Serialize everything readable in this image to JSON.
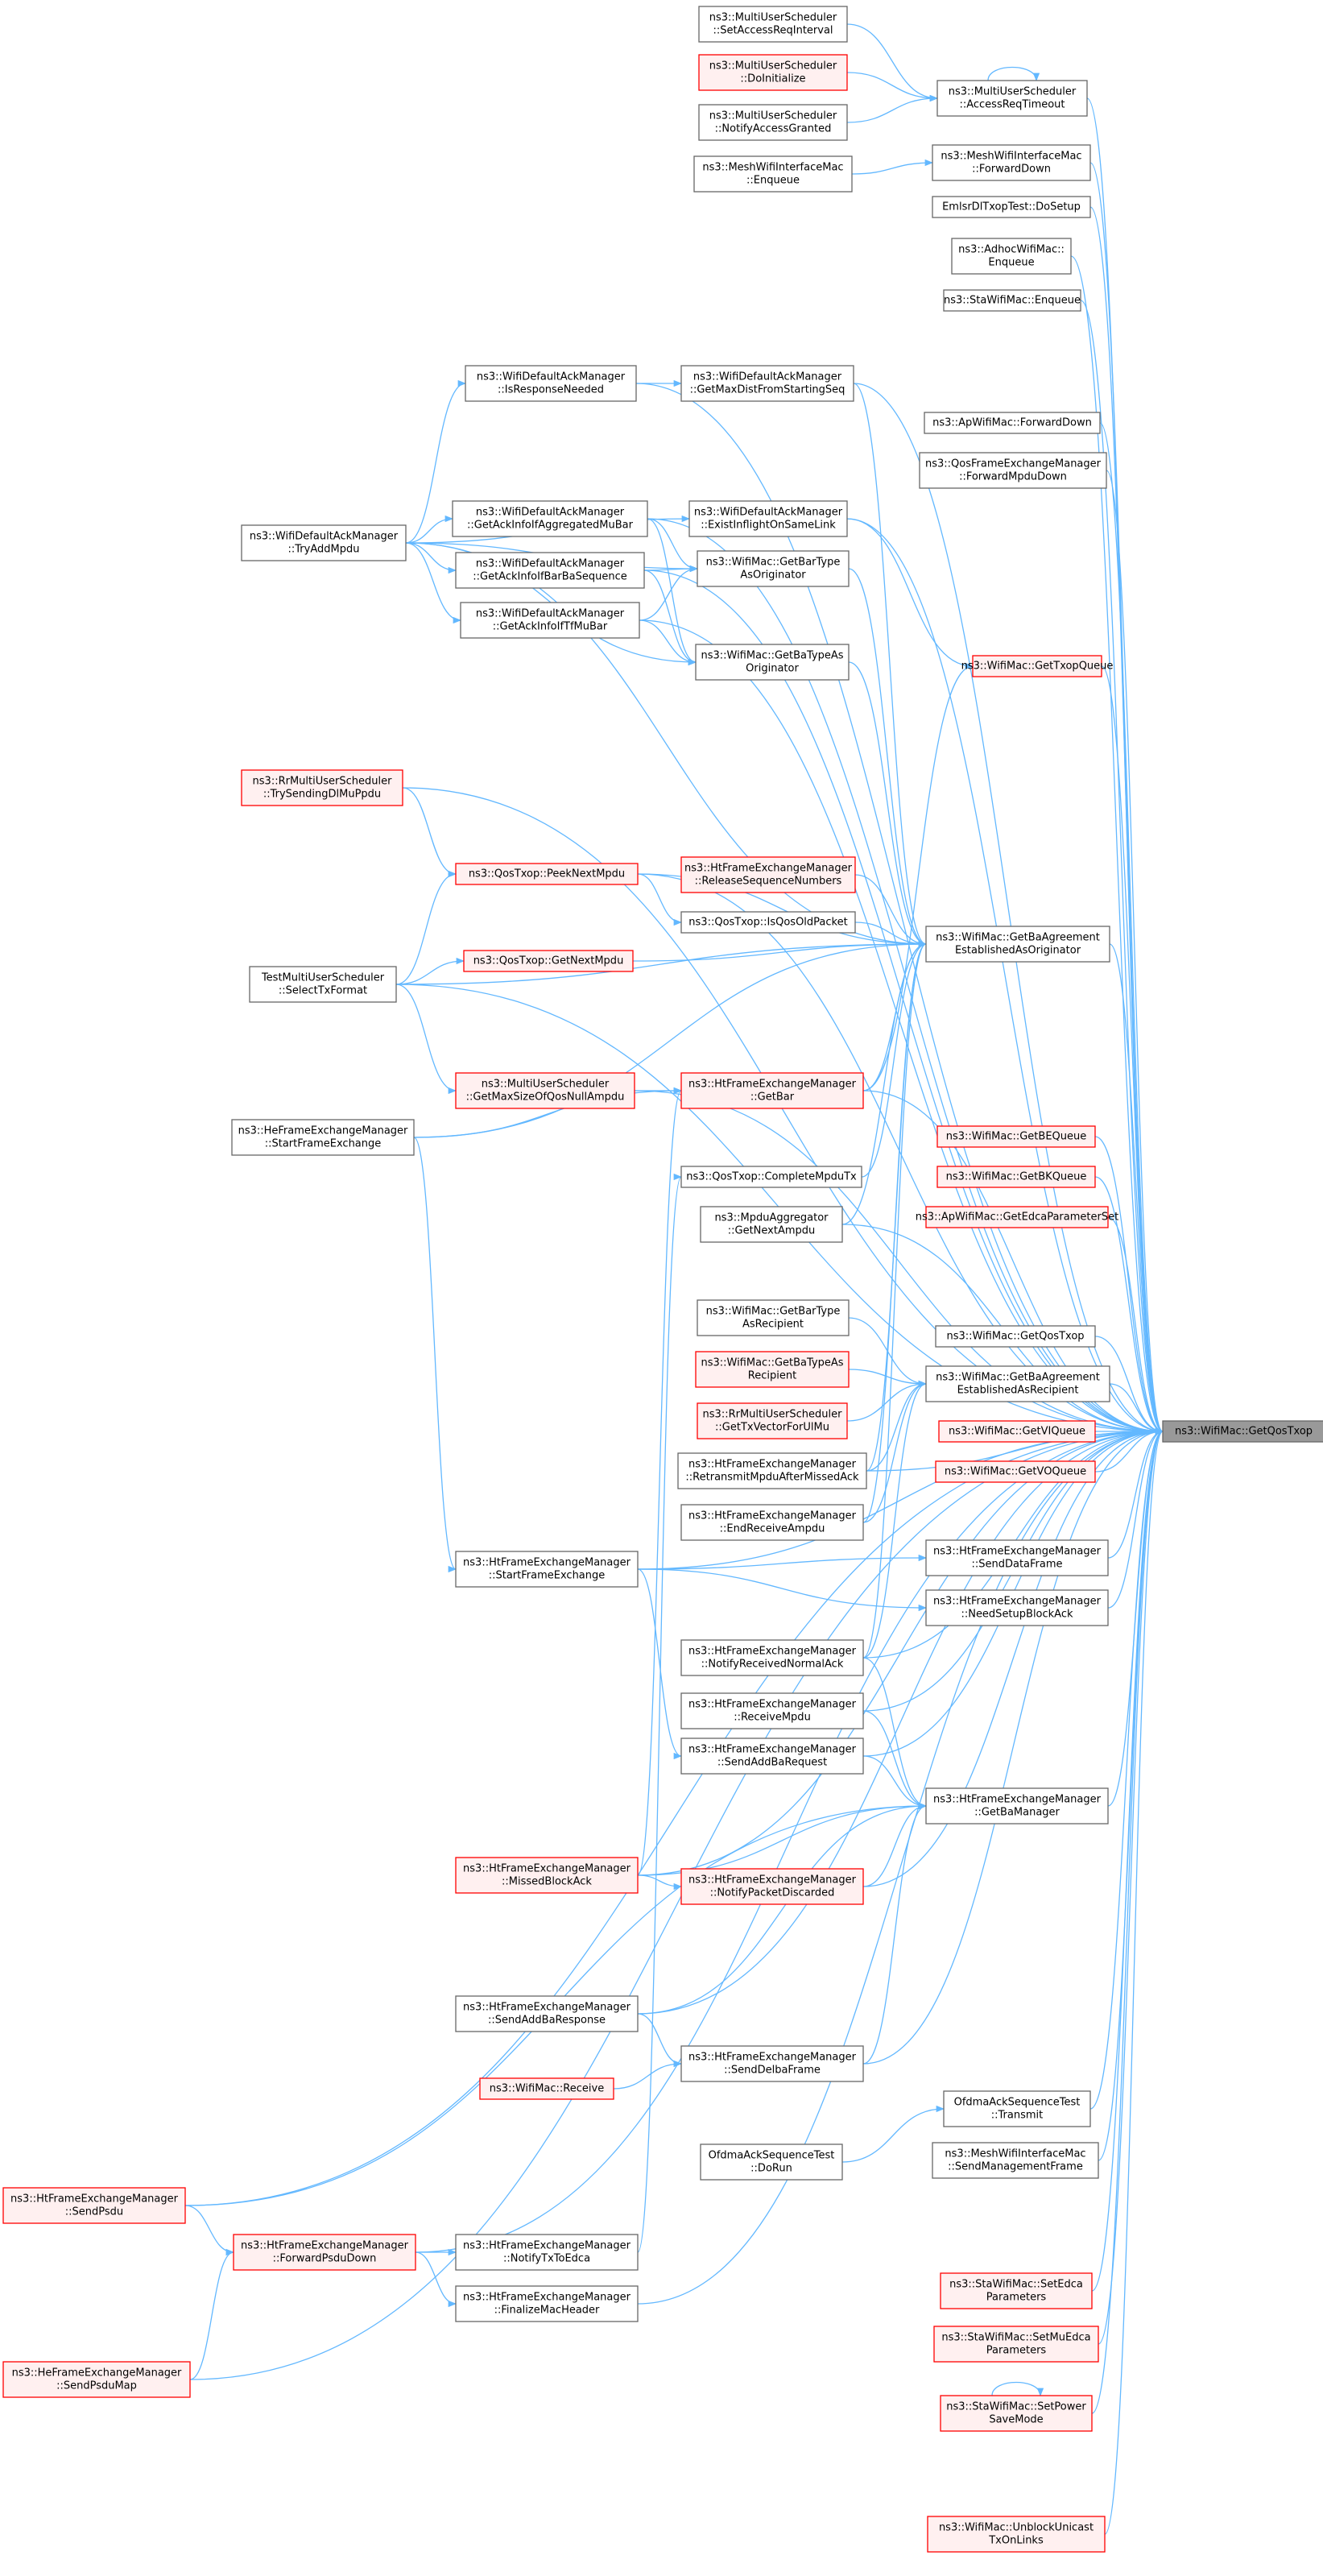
{
  "colors": {
    "edge": "#63b8ff",
    "node_border": "#666666",
    "red_border": "#ff0000",
    "red_fill": "#fff0f0",
    "root_fill": "#999999"
  },
  "root": "ns3::WifiMac::GetQosTxop",
  "nodes": [
    {
      "id": "root",
      "lines": [
        "ns3::WifiMac::GetQosTxop"
      ],
      "style": "root"
    },
    {
      "id": "mus_setacc",
      "lines": [
        "ns3::MultiUserScheduler",
        "::SetAccessReqInterval"
      ]
    },
    {
      "id": "mus_doinit",
      "lines": [
        "ns3::MultiUserScheduler",
        "::DoInitialize"
      ],
      "style": "red"
    },
    {
      "id": "mus_notify",
      "lines": [
        "ns3::MultiUserScheduler",
        "::NotifyAccessGranted"
      ]
    },
    {
      "id": "mus_accto",
      "lines": [
        "ns3::MultiUserScheduler",
        "::AccessReqTimeout"
      ]
    },
    {
      "id": "mwim_enq",
      "lines": [
        "ns3::MeshWifiInterfaceMac",
        "::Enqueue"
      ]
    },
    {
      "id": "mwim_fwd",
      "lines": [
        "ns3::MeshWifiInterfaceMac",
        "::ForwardDown"
      ]
    },
    {
      "id": "emlsr",
      "lines": [
        "EmlsrDlTxopTest::DoSetup"
      ]
    },
    {
      "id": "adhoc",
      "lines": [
        "ns3::AdhocWifiMac::",
        "Enqueue"
      ]
    },
    {
      "id": "sta_enq",
      "lines": [
        "ns3::StaWifiMac::Enqueue"
      ]
    },
    {
      "id": "wdam_isresp",
      "lines": [
        "ns3::WifiDefaultAckManager",
        "::IsResponseNeeded"
      ]
    },
    {
      "id": "wdam_maxdist",
      "lines": [
        "ns3::WifiDefaultAckManager",
        "::GetMaxDistFromStartingSeq"
      ]
    },
    {
      "id": "ap_fwd",
      "lines": [
        "ns3::ApWifiMac::ForwardDown"
      ]
    },
    {
      "id": "qfem_fwd",
      "lines": [
        "ns3::QosFrameExchangeManager",
        "::ForwardMpduDown"
      ]
    },
    {
      "id": "wdam_tryadd",
      "lines": [
        "ns3::WifiDefaultAckManager",
        "::TryAddMpdu"
      ]
    },
    {
      "id": "wdam_aggmubar",
      "lines": [
        "ns3::WifiDefaultAckManager",
        "::GetAckInfoIfAggregatedMuBar"
      ]
    },
    {
      "id": "wdam_barba",
      "lines": [
        "ns3::WifiDefaultAckManager",
        "::GetAckInfoIfBarBaSequence"
      ]
    },
    {
      "id": "wdam_tfmubar",
      "lines": [
        "ns3::WifiDefaultAckManager",
        "::GetAckInfoIfTfMuBar"
      ]
    },
    {
      "id": "wdam_exist",
      "lines": [
        "ns3::WifiDefaultAckManager",
        "::ExistInflightOnSameLink"
      ]
    },
    {
      "id": "wm_getbartype",
      "lines": [
        "ns3::WifiMac::GetBarType",
        "AsOriginator"
      ]
    },
    {
      "id": "wm_getbatype",
      "lines": [
        "ns3::WifiMac::GetBaTypeAs",
        "Originator"
      ]
    },
    {
      "id": "wm_gettxopq",
      "lines": [
        "ns3::WifiMac::GetTxopQueue"
      ],
      "style": "red"
    },
    {
      "id": "rr_trysend",
      "lines": [
        "ns3::RrMultiUserScheduler",
        "::TrySendingDlMuPpdu"
      ],
      "style": "red"
    },
    {
      "id": "qt_peek",
      "lines": [
        "ns3::QosTxop::PeekNextMpdu"
      ],
      "style": "red"
    },
    {
      "id": "htfem_release",
      "lines": [
        "ns3::HtFrameExchangeManager",
        "::ReleaseSequenceNumbers"
      ],
      "style": "red"
    },
    {
      "id": "qt_isold",
      "lines": [
        "ns3::QosTxop::IsQosOldPacket"
      ]
    },
    {
      "id": "wm_getbaorig",
      "lines": [
        "ns3::WifiMac::GetBaAgreement",
        "EstablishedAsOriginator"
      ]
    },
    {
      "id": "tmus_select",
      "lines": [
        "TestMultiUserScheduler",
        "::SelectTxFormat"
      ]
    },
    {
      "id": "qt_getnext",
      "lines": [
        "ns3::QosTxop::GetNextMpdu"
      ],
      "style": "red"
    },
    {
      "id": "mus_getmax",
      "lines": [
        "ns3::MultiUserScheduler",
        "::GetMaxSizeOfQosNullAmpdu"
      ],
      "style": "red"
    },
    {
      "id": "hefem_start",
      "lines": [
        "ns3::HeFrameExchangeManager",
        "::StartFrameExchange"
      ]
    },
    {
      "id": "htfem_getbar",
      "lines": [
        "ns3::HtFrameExchangeManager",
        "::GetBar"
      ],
      "style": "red"
    },
    {
      "id": "wm_getbeq",
      "lines": [
        "ns3::WifiMac::GetBEQueue"
      ],
      "style": "red"
    },
    {
      "id": "wm_getbkq",
      "lines": [
        "ns3::WifiMac::GetBKQueue"
      ],
      "style": "red"
    },
    {
      "id": "ap_getedca",
      "lines": [
        "ns3::ApWifiMac::GetEdcaParameterSet"
      ],
      "style": "red"
    },
    {
      "id": "qt_complete",
      "lines": [
        "ns3::QosTxop::CompleteMpduTx"
      ]
    },
    {
      "id": "mpdu_agg",
      "lines": [
        "ns3::MpduAggregator",
        "::GetNextAmpdu"
      ]
    },
    {
      "id": "wm_getqostxop",
      "lines": [
        "ns3::WifiMac::GetQosTxop"
      ]
    },
    {
      "id": "wm_getbartyperec",
      "lines": [
        "ns3::WifiMac::GetBarType",
        "AsRecipient"
      ]
    },
    {
      "id": "wm_getbatyperec",
      "lines": [
        "ns3::WifiMac::GetBaTypeAs",
        "Recipient"
      ],
      "style": "red"
    },
    {
      "id": "wm_getbarec",
      "lines": [
        "ns3::WifiMac::GetBaAgreement",
        "EstablishedAsRecipient"
      ]
    },
    {
      "id": "rr_gettxvec",
      "lines": [
        "ns3::RrMultiUserScheduler",
        "::GetTxVectorForUlMu"
      ],
      "style": "red"
    },
    {
      "id": "wm_getviq",
      "lines": [
        "ns3::WifiMac::GetVIQueue"
      ],
      "style": "red"
    },
    {
      "id": "htfem_retrans",
      "lines": [
        "ns3::HtFrameExchangeManager",
        "::RetransmitMpduAfterMissedAck"
      ]
    },
    {
      "id": "wm_getvoq",
      "lines": [
        "ns3::WifiMac::GetVOQueue"
      ],
      "style": "red"
    },
    {
      "id": "htfem_endrecv",
      "lines": [
        "ns3::HtFrameExchangeManager",
        "::EndReceiveAmpdu"
      ]
    },
    {
      "id": "htfem_senddata",
      "lines": [
        "ns3::HtFrameExchangeManager",
        "::SendDataFrame"
      ]
    },
    {
      "id": "htfem_start",
      "lines": [
        "ns3::HtFrameExchangeManager",
        "::StartFrameExchange"
      ]
    },
    {
      "id": "htfem_needsetup",
      "lines": [
        "ns3::HtFrameExchangeManager",
        "::NeedSetupBlockAck"
      ]
    },
    {
      "id": "htfem_notifyrecv",
      "lines": [
        "ns3::HtFrameExchangeManager",
        "::NotifyReceivedNormalAck"
      ]
    },
    {
      "id": "htfem_recvmpdu",
      "lines": [
        "ns3::HtFrameExchangeManager",
        "::ReceiveMpdu"
      ]
    },
    {
      "id": "htfem_sendaddba",
      "lines": [
        "ns3::HtFrameExchangeManager",
        "::SendAddBaRequest"
      ]
    },
    {
      "id": "htfem_getbam",
      "lines": [
        "ns3::HtFrameExchangeManager",
        "::GetBaManager"
      ]
    },
    {
      "id": "htfem_missed",
      "lines": [
        "ns3::HtFrameExchangeManager",
        "::MissedBlockAck"
      ],
      "style": "red"
    },
    {
      "id": "htfem_notifydisc",
      "lines": [
        "ns3::HtFrameExchangeManager",
        "::NotifyPacketDiscarded"
      ],
      "style": "red"
    },
    {
      "id": "htfem_sendaddbaresp",
      "lines": [
        "ns3::HtFrameExchangeManager",
        "::SendAddBaResponse"
      ]
    },
    {
      "id": "htfem_senddelba",
      "lines": [
        "ns3::HtFrameExchangeManager",
        "::SendDelbaFrame"
      ]
    },
    {
      "id": "wm_receive",
      "lines": [
        "ns3::WifiMac::Receive"
      ],
      "style": "red"
    },
    {
      "id": "ofdma_transmit",
      "lines": [
        "OfdmaAckSequenceTest",
        "::Transmit"
      ]
    },
    {
      "id": "ofdma_dorun",
      "lines": [
        "OfdmaAckSequenceTest",
        "::DoRun"
      ]
    },
    {
      "id": "mwim_sendmgmt",
      "lines": [
        "ns3::MeshWifiInterfaceMac",
        "::SendManagementFrame"
      ]
    },
    {
      "id": "htfem_sendpsdu",
      "lines": [
        "ns3::HtFrameExchangeManager",
        "::SendPsdu"
      ],
      "style": "red"
    },
    {
      "id": "htfem_fwdpsdu",
      "lines": [
        "ns3::HtFrameExchangeManager",
        "::ForwardPsduDown"
      ],
      "style": "red"
    },
    {
      "id": "htfem_notifytx",
      "lines": [
        "ns3::HtFrameExchangeManager",
        "::NotifyTxToEdca"
      ]
    },
    {
      "id": "htfem_finalize",
      "lines": [
        "ns3::HtFrameExchangeManager",
        "::FinalizeMacHeader"
      ]
    },
    {
      "id": "sta_setedca",
      "lines": [
        "ns3::StaWifiMac::SetEdca",
        "Parameters"
      ],
      "style": "red"
    },
    {
      "id": "sta_setmuedca",
      "lines": [
        "ns3::StaWifiMac::SetMuEdca",
        "Parameters"
      ],
      "style": "red"
    },
    {
      "id": "hefem_sendpsdumap",
      "lines": [
        "ns3::HeFrameExchangeManager",
        "::SendPsduMap"
      ],
      "style": "red"
    },
    {
      "id": "sta_setpower",
      "lines": [
        "ns3::StaWifiMac::SetPower",
        "SaveMode"
      ],
      "style": "red"
    },
    {
      "id": "wm_unblock",
      "lines": [
        "ns3::WifiMac::UnblockUnicast",
        "TxOnLinks"
      ],
      "style": "red"
    }
  ],
  "edges": [
    [
      "mus_setacc",
      "mus_accto"
    ],
    [
      "mus_doinit",
      "mus_accto"
    ],
    [
      "mus_notify",
      "mus_accto"
    ],
    [
      "mus_accto",
      "mus_accto"
    ],
    [
      "mwim_enq",
      "mwim_fwd"
    ],
    [
      "wdam_isresp",
      "wdam_maxdist"
    ],
    [
      "wdam_tryadd",
      "wdam_isresp"
    ],
    [
      "wdam_tryadd",
      "wdam_aggmubar"
    ],
    [
      "wdam_tryadd",
      "wdam_barba"
    ],
    [
      "wdam_tryadd",
      "wdam_tfmubar"
    ],
    [
      "wdam_tryadd",
      "wdam_exist"
    ],
    [
      "wdam_tryadd",
      "wm_getbartype"
    ],
    [
      "wdam_tryadd",
      "wm_getbatype"
    ],
    [
      "wdam_aggmubar",
      "wm_getbartype"
    ],
    [
      "wdam_aggmubar",
      "wm_getbatype"
    ],
    [
      "wdam_barba",
      "wm_getbartype"
    ],
    [
      "wdam_barba",
      "wm_getbatype"
    ],
    [
      "wdam_tfmubar",
      "wm_getbartype"
    ],
    [
      "wdam_tfmubar",
      "wm_getbatype"
    ],
    [
      "wdam_exist",
      "wm_gettxopq"
    ],
    [
      "htfem_getbar",
      "wm_gettxopq"
    ],
    [
      "rr_trysend",
      "qt_peek"
    ],
    [
      "tmus_select",
      "qt_peek"
    ],
    [
      "qt_peek",
      "qt_isold"
    ],
    [
      "tmus_select",
      "qt_getnext"
    ],
    [
      "tmus_select",
      "mus_getmax"
    ],
    [
      "mus_getmax",
      "htfem_getbar"
    ],
    [
      "hefem_start",
      "htfem_getbar"
    ],
    [
      "hefem_start",
      "htfem_start"
    ],
    [
      "htfem_start",
      "htfem_sendaddba"
    ],
    [
      "htfem_start",
      "htfem_senddata"
    ],
    [
      "htfem_start",
      "htfem_needsetup"
    ],
    [
      "htfem_missed",
      "htfem_getbar"
    ],
    [
      "htfem_missed",
      "htfem_notifydisc"
    ],
    [
      "htfem_sendaddbaresp",
      "htfem_senddelba"
    ],
    [
      "wm_receive",
      "htfem_senddelba"
    ],
    [
      "ofdma_dorun",
      "ofdma_transmit"
    ],
    [
      "htfem_sendpsdu",
      "htfem_fwdpsdu"
    ],
    [
      "hefem_sendpsdumap",
      "htfem_fwdpsdu"
    ],
    [
      "htfem_fwdpsdu",
      "htfem_notifytx"
    ],
    [
      "htfem_fwdpsdu",
      "htfem_finalize"
    ],
    [
      "htfem_notifytx",
      "qt_complete"
    ],
    [
      "sta_setpower",
      "sta_setpower"
    ],
    [
      "wdam_maxdist",
      "wm_getbaorig"
    ],
    [
      "wm_getbartype",
      "wm_getbaorig"
    ],
    [
      "wm_getbatype",
      "wm_getbaorig"
    ],
    [
      "qt_peek",
      "wm_getbaorig"
    ],
    [
      "htfem_release",
      "wm_getbaorig"
    ],
    [
      "qt_isold",
      "wm_getbaorig"
    ],
    [
      "tmus_select",
      "wm_getbaorig"
    ],
    [
      "qt_getnext",
      "wm_getbaorig"
    ],
    [
      "hefem_start",
      "wm_getbaorig"
    ],
    [
      "htfem_getbar",
      "wm_getbaorig"
    ],
    [
      "qt_complete",
      "wm_getbaorig"
    ],
    [
      "mpdu_agg",
      "wm_getbaorig"
    ],
    [
      "htfem_retrans",
      "wm_getbaorig"
    ],
    [
      "htfem_endrecv",
      "wm_getbaorig"
    ],
    [
      "htfem_notifyrecv",
      "wm_getbaorig"
    ],
    [
      "wdam_tryadd",
      "wm_getbaorig"
    ],
    [
      "wm_getbartyperec",
      "wm_getbarec"
    ],
    [
      "wm_getbatyperec",
      "wm_getbarec"
    ],
    [
      "rr_gettxvec",
      "wm_getbarec"
    ],
    [
      "htfem_retrans",
      "wm_getbarec"
    ],
    [
      "htfem_endrecv",
      "wm_getbarec"
    ],
    [
      "htfem_notifyrecv",
      "wm_getbarec"
    ],
    [
      "htfem_recvmpdu",
      "wm_getbam"
    ],
    [
      "htfem_recvmpdu",
      "htfem_getbam"
    ],
    [
      "htfem_sendaddba",
      "htfem_getbam"
    ],
    [
      "htfem_missed",
      "htfem_getbam"
    ],
    [
      "htfem_notifydisc",
      "htfem_getbam"
    ],
    [
      "htfem_sendaddbaresp",
      "htfem_getbam"
    ],
    [
      "htfem_senddelba",
      "htfem_getbam"
    ],
    [
      "htfem_sendpsdu",
      "htfem_getbam"
    ],
    [
      "htfem_notifyrecv",
      "htfem_getbam"
    ],
    [
      "mus_accto",
      "root"
    ],
    [
      "mwim_fwd",
      "root"
    ],
    [
      "emlsr",
      "root"
    ],
    [
      "adhoc",
      "root"
    ],
    [
      "sta_enq",
      "root"
    ],
    [
      "wdam_maxdist",
      "root"
    ],
    [
      "ap_fwd",
      "root"
    ],
    [
      "qfem_fwd",
      "root"
    ],
    [
      "wdam_isresp",
      "root"
    ],
    [
      "wdam_aggmubar",
      "root"
    ],
    [
      "wdam_exist",
      "root"
    ],
    [
      "wdam_barba",
      "root"
    ],
    [
      "wdam_tfmubar",
      "root"
    ],
    [
      "wm_gettxopq",
      "root"
    ],
    [
      "rr_trysend",
      "root"
    ],
    [
      "qt_peek",
      "root"
    ],
    [
      "wm_getbaorig",
      "root"
    ],
    [
      "tmus_select",
      "root"
    ],
    [
      "htfem_getbar",
      "root"
    ],
    [
      "mus_getmax",
      "root"
    ],
    [
      "wm_getbeq",
      "root"
    ],
    [
      "wm_getbkq",
      "root"
    ],
    [
      "ap_getedca",
      "root"
    ],
    [
      "mpdu_agg",
      "root"
    ],
    [
      "wm_getqostxop",
      "root"
    ],
    [
      "wm_getbarec",
      "root"
    ],
    [
      "wm_getviq",
      "root"
    ],
    [
      "wm_getvoq",
      "root"
    ],
    [
      "htfem_retrans",
      "root"
    ],
    [
      "htfem_senddata",
      "root"
    ],
    [
      "htfem_start",
      "root"
    ],
    [
      "htfem_needsetup",
      "root"
    ],
    [
      "htfem_notifyrecv",
      "root"
    ],
    [
      "htfem_sendaddba",
      "root"
    ],
    [
      "htfem_getbam",
      "root"
    ],
    [
      "htfem_missed",
      "root"
    ],
    [
      "htfem_notifydisc",
      "root"
    ],
    [
      "htfem_sendaddbaresp",
      "root"
    ],
    [
      "htfem_senddelba",
      "root"
    ],
    [
      "ofdma_transmit",
      "root"
    ],
    [
      "mwim_sendmgmt",
      "root"
    ],
    [
      "htfem_sendpsdu",
      "root"
    ],
    [
      "htfem_fwdpsdu",
      "root"
    ],
    [
      "htfem_finalize",
      "root"
    ],
    [
      "sta_setedca",
      "root"
    ],
    [
      "sta_setmuedca",
      "root"
    ],
    [
      "hefem_sendpsdumap",
      "root"
    ],
    [
      "sta_setpower",
      "root"
    ],
    [
      "wm_unblock",
      "root"
    ],
    [
      "htfem_recvmpdu",
      "root"
    ]
  ]
}
